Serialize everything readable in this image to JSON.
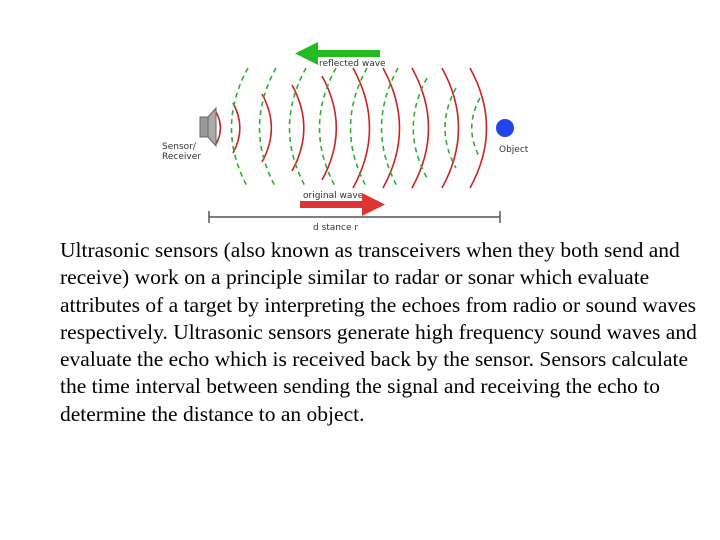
{
  "diagram": {
    "labels": {
      "reflected_wave": "reflected wave",
      "original_wave": "original wave",
      "sensor_receiver": [
        "Sensor/",
        "Receiver"
      ],
      "object": "Object",
      "distance": "d stance r"
    },
    "colors": {
      "reflected_arrow": "#22bb22",
      "original_arrow": "#dd3333",
      "wave_red": "#cc2222",
      "wave_green": "#33aa33",
      "object_dot": "#2244ee",
      "sensor": "#999999"
    }
  },
  "body_text": "Ultrasonic sensors (also known as transceivers when they both send and receive) work on a principle similar to radar or sonar which evaluate attributes of a target by interpreting the echoes from radio or sound waves respectively. Ultrasonic sensors generate high frequency sound waves and evaluate the echo which is received back by the sensor. Sensors calculate the time interval between sending the signal and receiving the echo to determine the distance to an object."
}
